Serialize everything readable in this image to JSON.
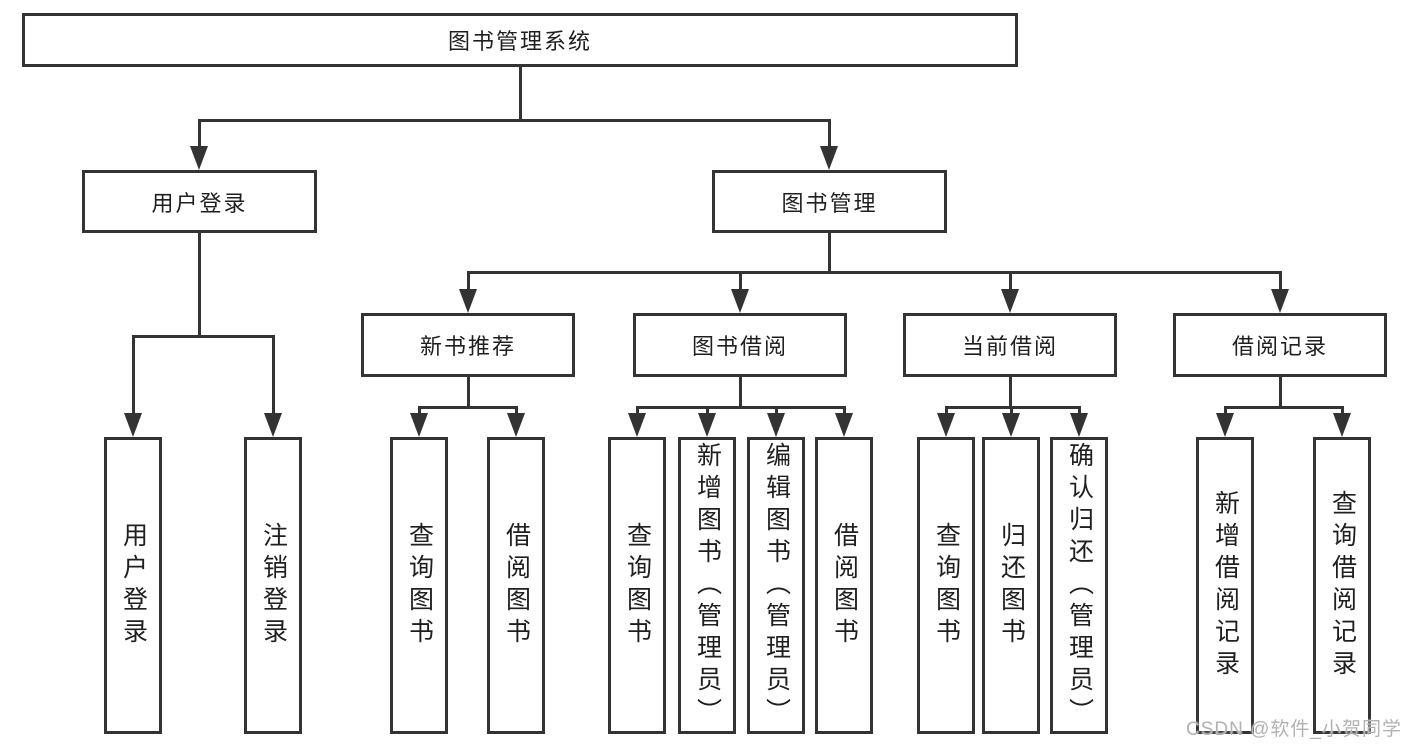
{
  "colors": {
    "line": "#333333",
    "text": "#1f1f1f",
    "box_background": "#ffffff",
    "page_background": "#ffffff",
    "watermark": "#b2b2b2"
  },
  "nodes": {
    "root": "图书管理系统",
    "user_login": {
      "label": "用户登录",
      "children": [
        "用户登录",
        "注销登录"
      ]
    },
    "book_management": {
      "label": "图书管理",
      "children": [
        {
          "label": "新书推荐",
          "children": [
            "查询图书",
            "借阅图书"
          ]
        },
        {
          "label": "图书借阅",
          "children": [
            "查询图书",
            "新增图书（管理员）",
            "编辑图书（管理员）",
            "借阅图书"
          ]
        },
        {
          "label": "当前借阅",
          "children": [
            "查询图书",
            "归还图书",
            "确认归还（管理员）"
          ]
        },
        {
          "label": "借阅记录",
          "children": [
            "新增借阅记录",
            "查询借阅记录"
          ]
        }
      ]
    }
  },
  "watermark": "CSDN @软件_小贺同学"
}
